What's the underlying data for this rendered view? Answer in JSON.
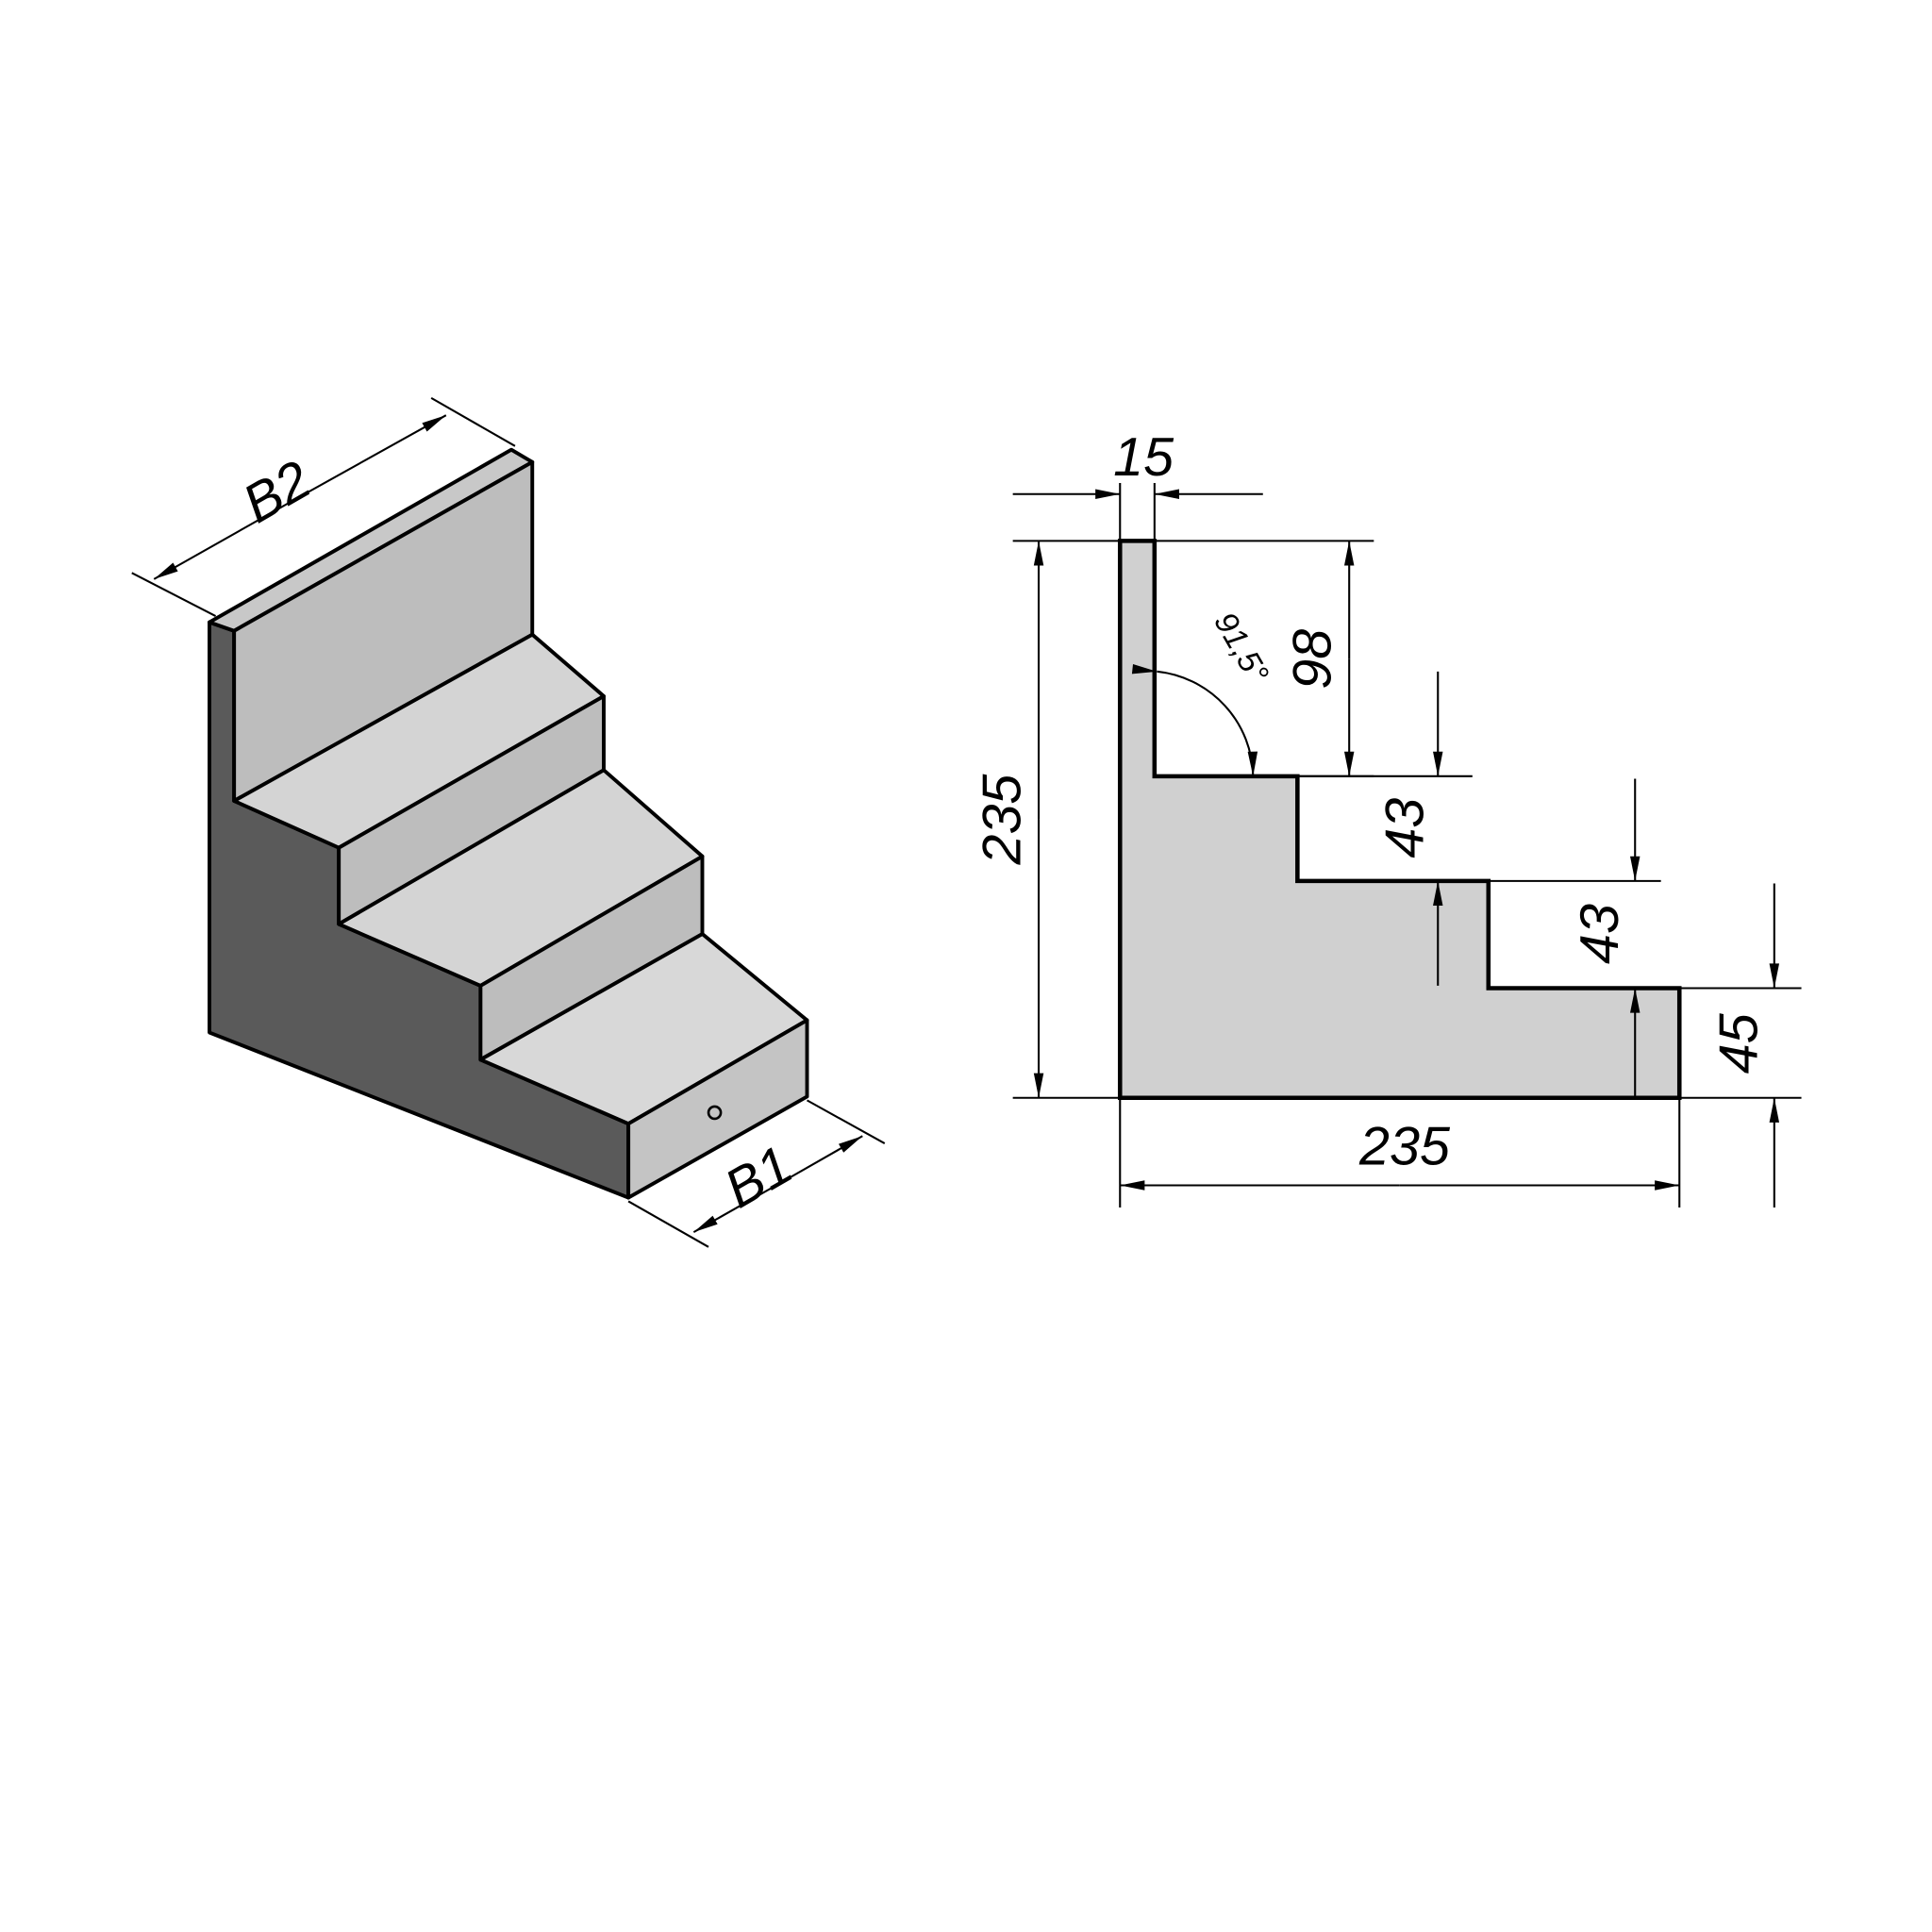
{
  "isometric_view": {
    "width_back_label": "B2",
    "width_front_label": "B1"
  },
  "section_view": {
    "top_thickness": "15",
    "total_height": "235",
    "top_riser": "98",
    "angle": "91,5°",
    "step_height_1": "43",
    "step_height_2": "43",
    "bottom_step_height": "45",
    "total_width": "235"
  },
  "colors": {
    "light_face": "#d2d2d2",
    "mid_face": "#bdbdbd",
    "dark_face": "#5a5a5a",
    "section_fill": "#d0d0d0"
  }
}
